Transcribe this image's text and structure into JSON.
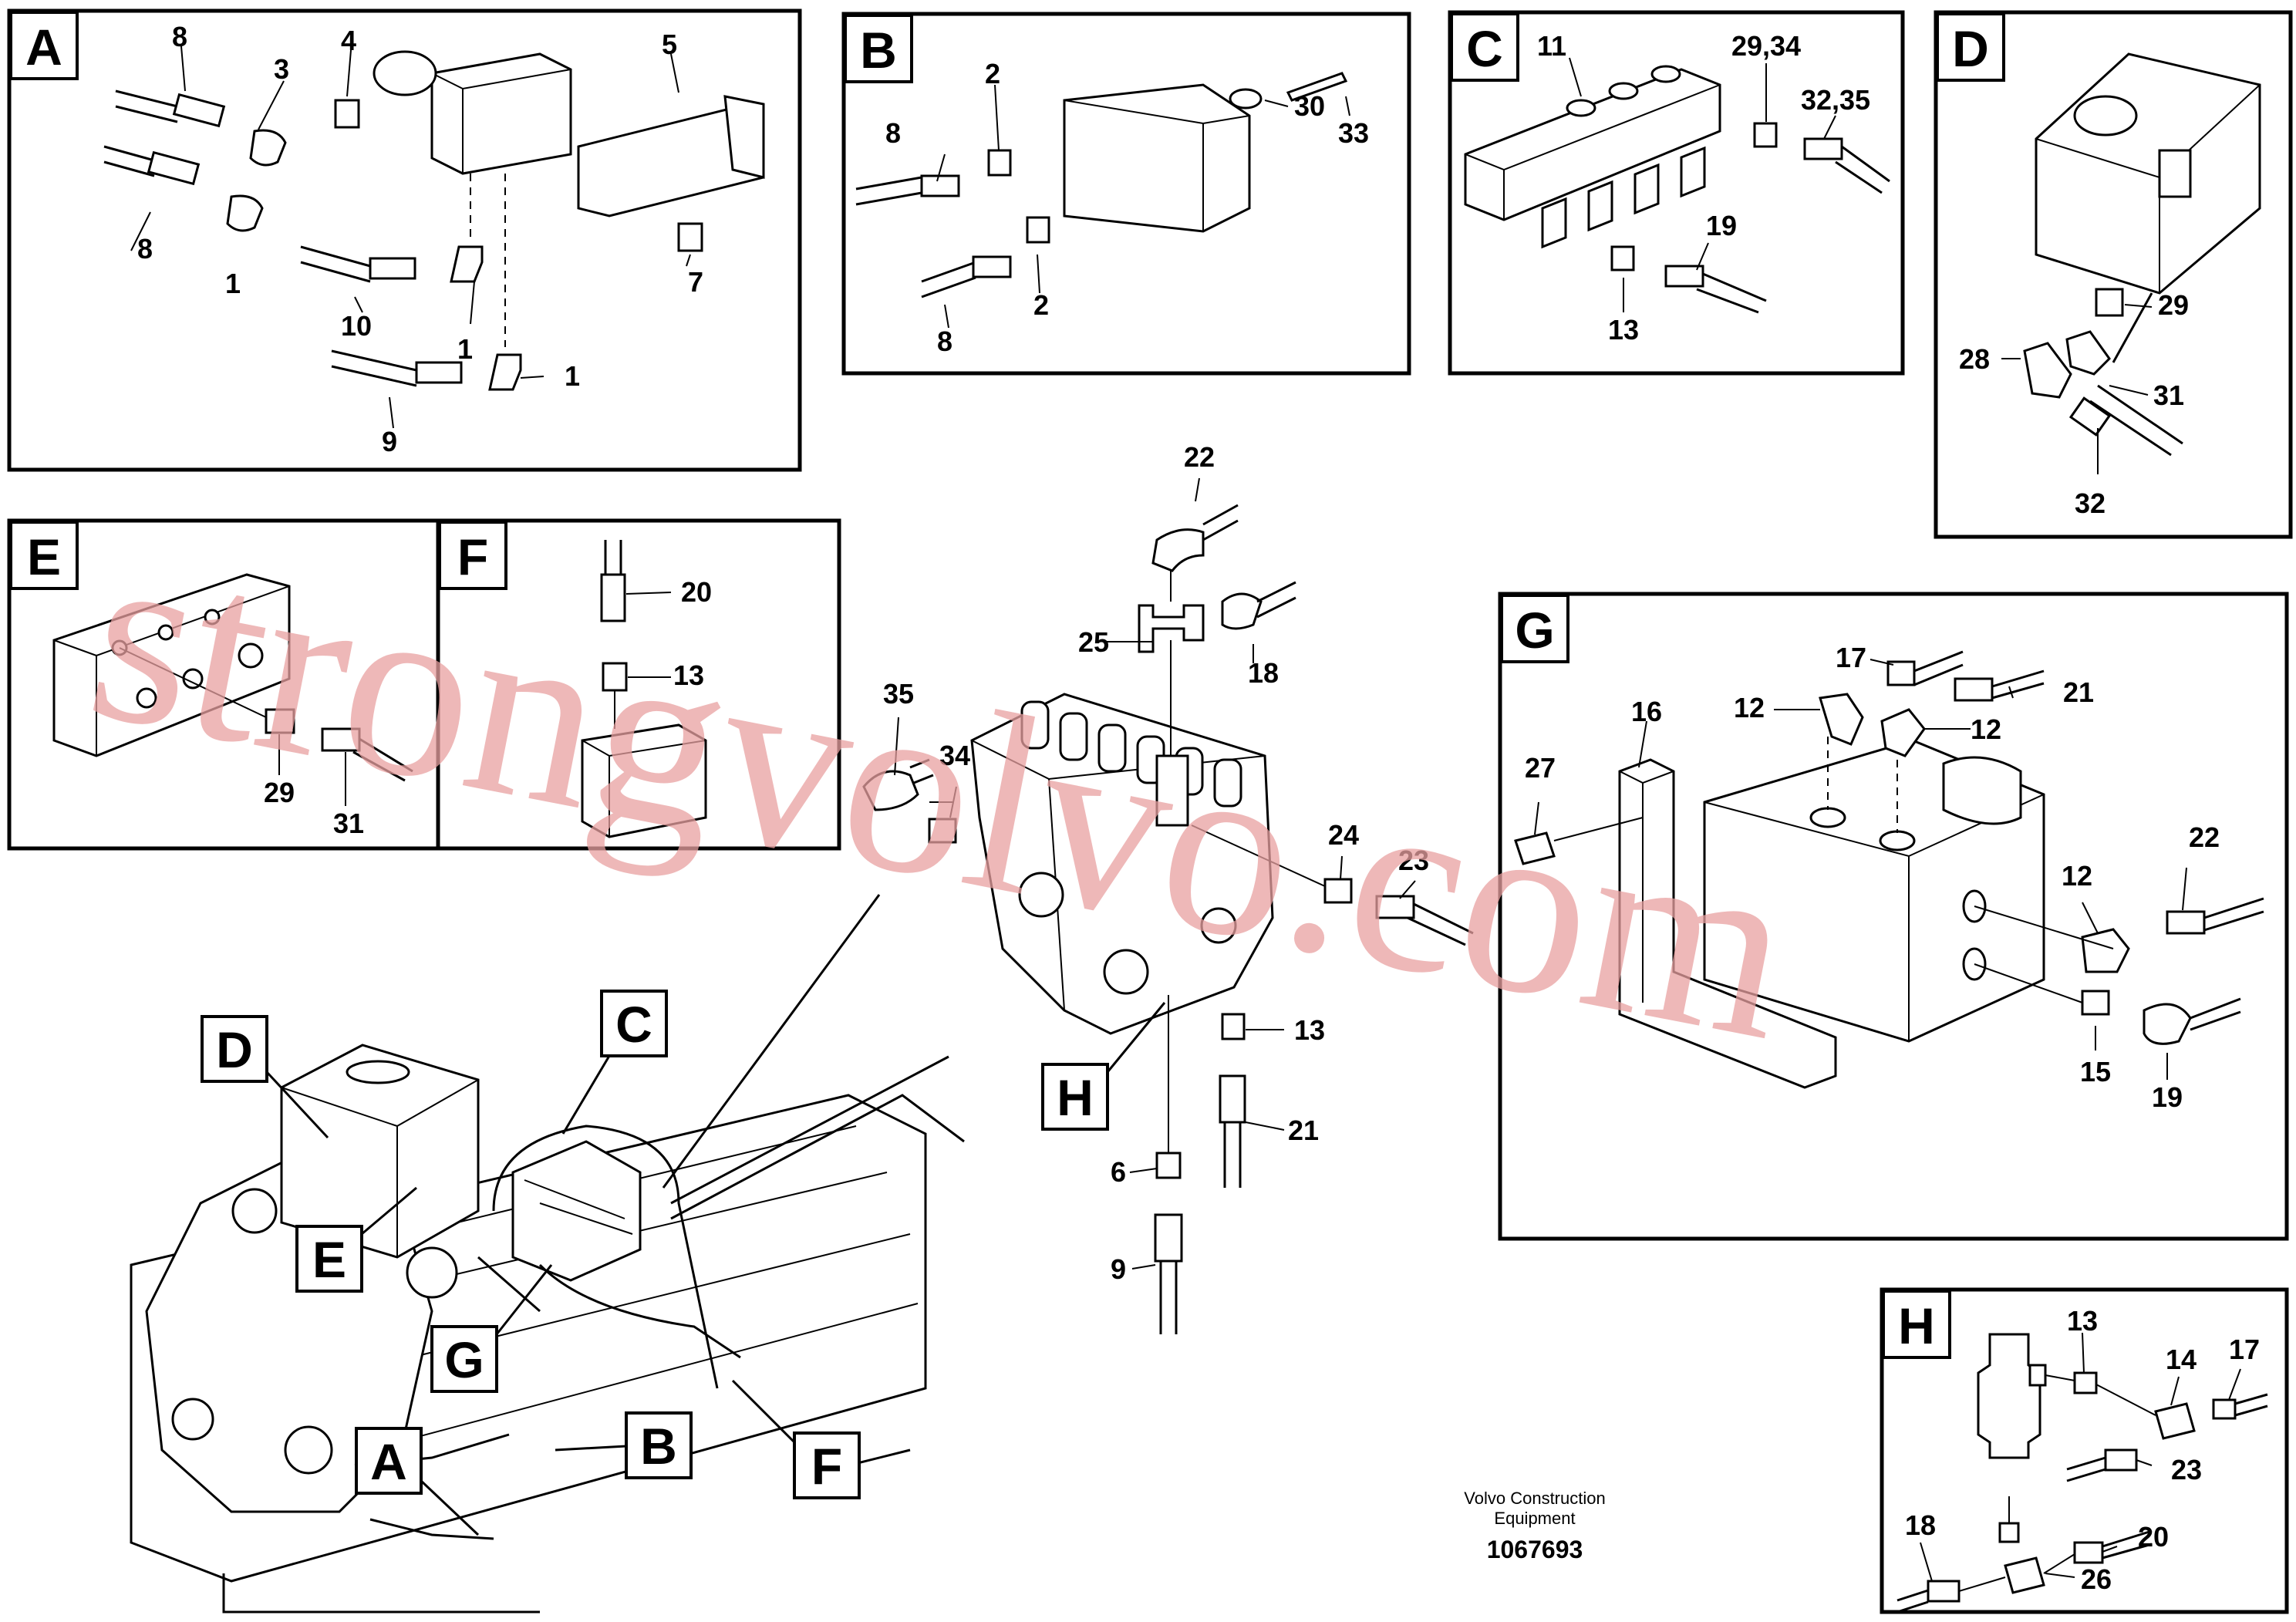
{
  "panels": {
    "A": {
      "letter": "A",
      "callouts": [
        "8",
        "3",
        "4",
        "5",
        "8",
        "1",
        "10",
        "1",
        "7",
        "9",
        "1"
      ]
    },
    "B": {
      "letter": "B",
      "callouts": [
        "2",
        "30",
        "33",
        "8",
        "2",
        "8"
      ]
    },
    "C": {
      "letter": "C",
      "callouts": [
        "11",
        "29,34",
        "32,35",
        "19",
        "13"
      ]
    },
    "D": {
      "letter": "D",
      "callouts": [
        "29",
        "28",
        "31",
        "32"
      ]
    },
    "E": {
      "letter": "E",
      "callouts": [
        "29",
        "31"
      ]
    },
    "F": {
      "letter": "F",
      "callouts": [
        "20",
        "13"
      ]
    },
    "G": {
      "letter": "G",
      "callouts": [
        "17",
        "21",
        "12",
        "12",
        "16",
        "27",
        "22",
        "12",
        "15",
        "19"
      ]
    },
    "H": {
      "letter": "H",
      "callouts": [
        "13",
        "14",
        "17",
        "23",
        "18",
        "20",
        "26"
      ]
    }
  },
  "center": {
    "callouts": [
      "22",
      "25",
      "18",
      "35",
      "34",
      "24",
      "23",
      "13",
      "21",
      "6",
      "9"
    ]
  },
  "overview": {
    "tags": [
      "D",
      "C",
      "E",
      "G",
      "A",
      "B",
      "F",
      "H"
    ]
  },
  "credit": {
    "line1": "Volvo Construction",
    "line2": "Equipment",
    "doc_number": "1067693"
  },
  "watermark": {
    "text": "strongvolvo.com",
    "color": "#e8a0a0"
  }
}
